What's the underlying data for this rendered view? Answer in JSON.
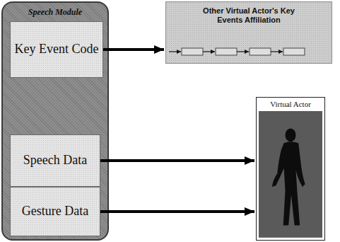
{
  "diagram": {
    "nodes": [
      {
        "text": [
          "Speech Module"
        ]
      },
      {
        "text": [
          "Key Event Code"
        ],
        "in": 0
      },
      {
        "text": [
          "Speech Data"
        ],
        "in": 0
      },
      {
        "text": [
          "Gesture Data"
        ],
        "in": 0
      },
      {
        "text": [
          "Other Virtual Actor's Key Events Affiliation"
        ]
      },
      {
        "text": [
          "Virtual Actor"
        ]
      }
    ],
    "edges": [
      {
        "from": 1,
        "to": 4,
        "arrow": "to"
      },
      {
        "from": 2,
        "to": 5,
        "arrow": "to"
      },
      {
        "from": 3,
        "to": 5,
        "arrow": "to"
      }
    ]
  }
}
